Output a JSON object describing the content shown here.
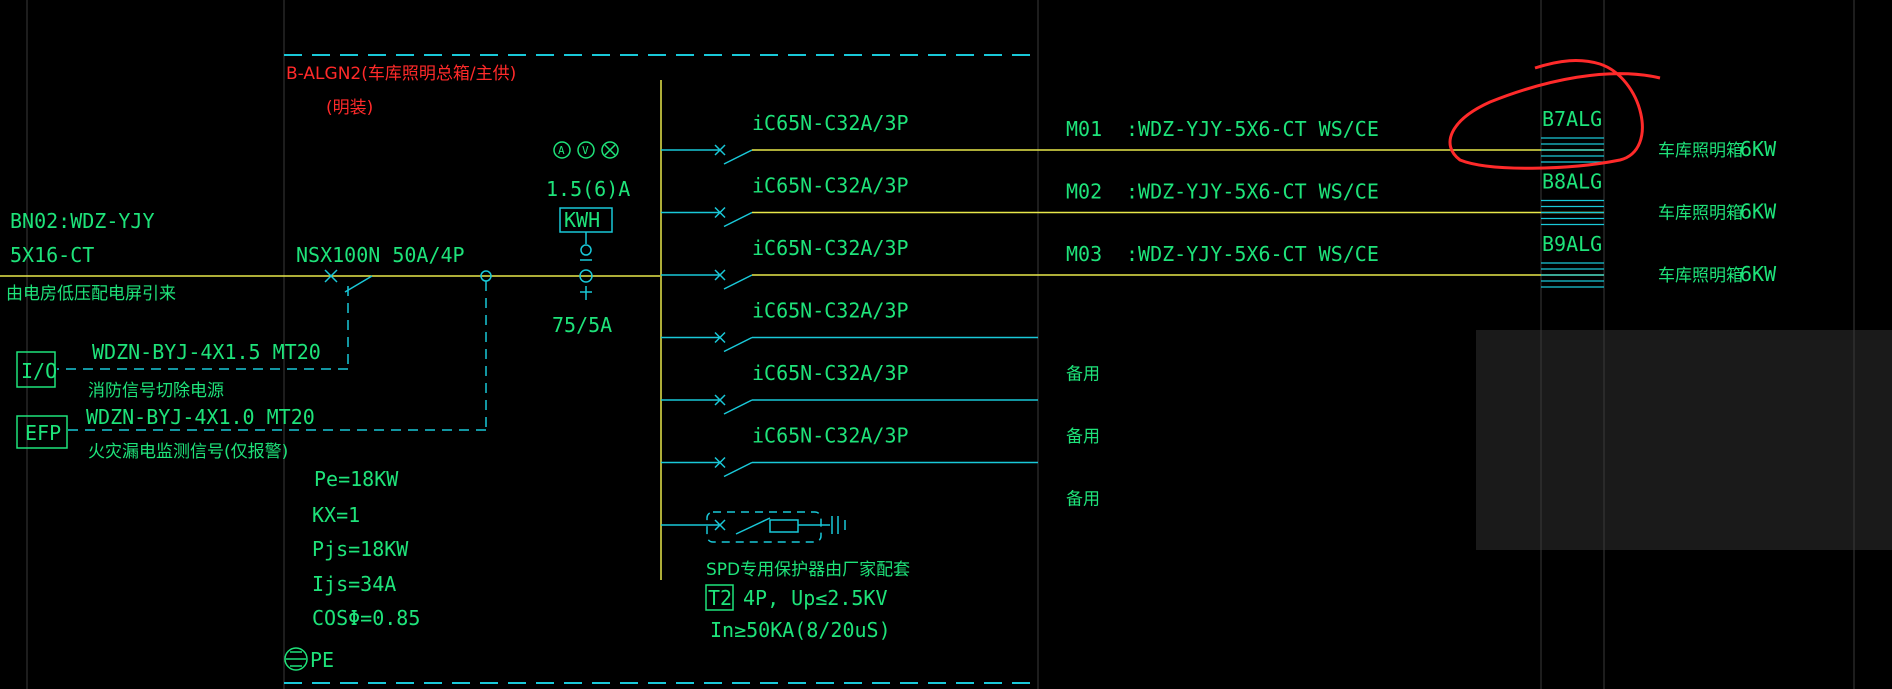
{
  "panel": {
    "title": "B-ALGN2(车库照明总箱/主供)",
    "subtitle": "(明装)",
    "breaker": "NSX100N 50A/4P",
    "meter_current": "1.5(6)A",
    "meter_label": "KWH",
    "ct_ratio": "75/5A",
    "busbar_labels": []
  },
  "incoming": {
    "line1": "BN02:WDZ-YJY",
    "line2": "5X16-CT",
    "line3": "由电房低压配电屏引来"
  },
  "controls": [
    {
      "box": "I/O",
      "cable": "WDZN-BYJ-4X1.5 MT20",
      "desc": "消防信号切除电源"
    },
    {
      "box": "EFP",
      "cable": "WDZN-BYJ-4X1.0 MT20",
      "desc": "火灾漏电监测信号(仅报警)"
    }
  ],
  "load_calc": {
    "pe": "Pe=18KW",
    "kx": "KX=1",
    "pjs": "Pjs=18KW",
    "ijs": "Ijs=34A",
    "cos": "COSΦ=0.85",
    "pe_label": "PE"
  },
  "circuits": [
    {
      "breaker": "iC65N-C32A/3P",
      "id": "M01",
      "cable": ":WDZ-YJY-5X6-CT WS/CE",
      "dest": "B7ALG",
      "desc": "车库照明箱",
      "power": "6KW"
    },
    {
      "breaker": "iC65N-C32A/3P",
      "id": "M02",
      "cable": ":WDZ-YJY-5X6-CT WS/CE",
      "dest": "B8ALG",
      "desc": "车库照明箱",
      "power": "6KW"
    },
    {
      "breaker": "iC65N-C32A/3P",
      "id": "M03",
      "cable": ":WDZ-YJY-5X6-CT WS/CE",
      "dest": "B9ALG",
      "desc": "车库照明箱",
      "power": "6KW"
    },
    {
      "breaker": "iC65N-C32A/3P",
      "id": "备用",
      "cable": "",
      "dest": "",
      "desc": "",
      "power": ""
    },
    {
      "breaker": "iC65N-C32A/3P",
      "id": "备用",
      "cable": "",
      "dest": "",
      "desc": "",
      "power": ""
    },
    {
      "breaker": "iC65N-C32A/3P",
      "id": "备用",
      "cable": "",
      "dest": "",
      "desc": "",
      "power": ""
    }
  ],
  "spd": {
    "line1": "SPD专用保护器由厂家配套",
    "class": "T2",
    "line2": "4P, Up≤2.5KV",
    "line3": "In≥50KA(8/20uS)"
  },
  "colors": {
    "background": "#000000",
    "text_green": "#1ee37a",
    "feeder_yellow": "#e8e84a",
    "dashed_cyan": "#19c8d8",
    "grid_gray": "#3a3a3a",
    "annotation_red": "#ff2a2a",
    "selection_gray": "#1a1a1a"
  }
}
